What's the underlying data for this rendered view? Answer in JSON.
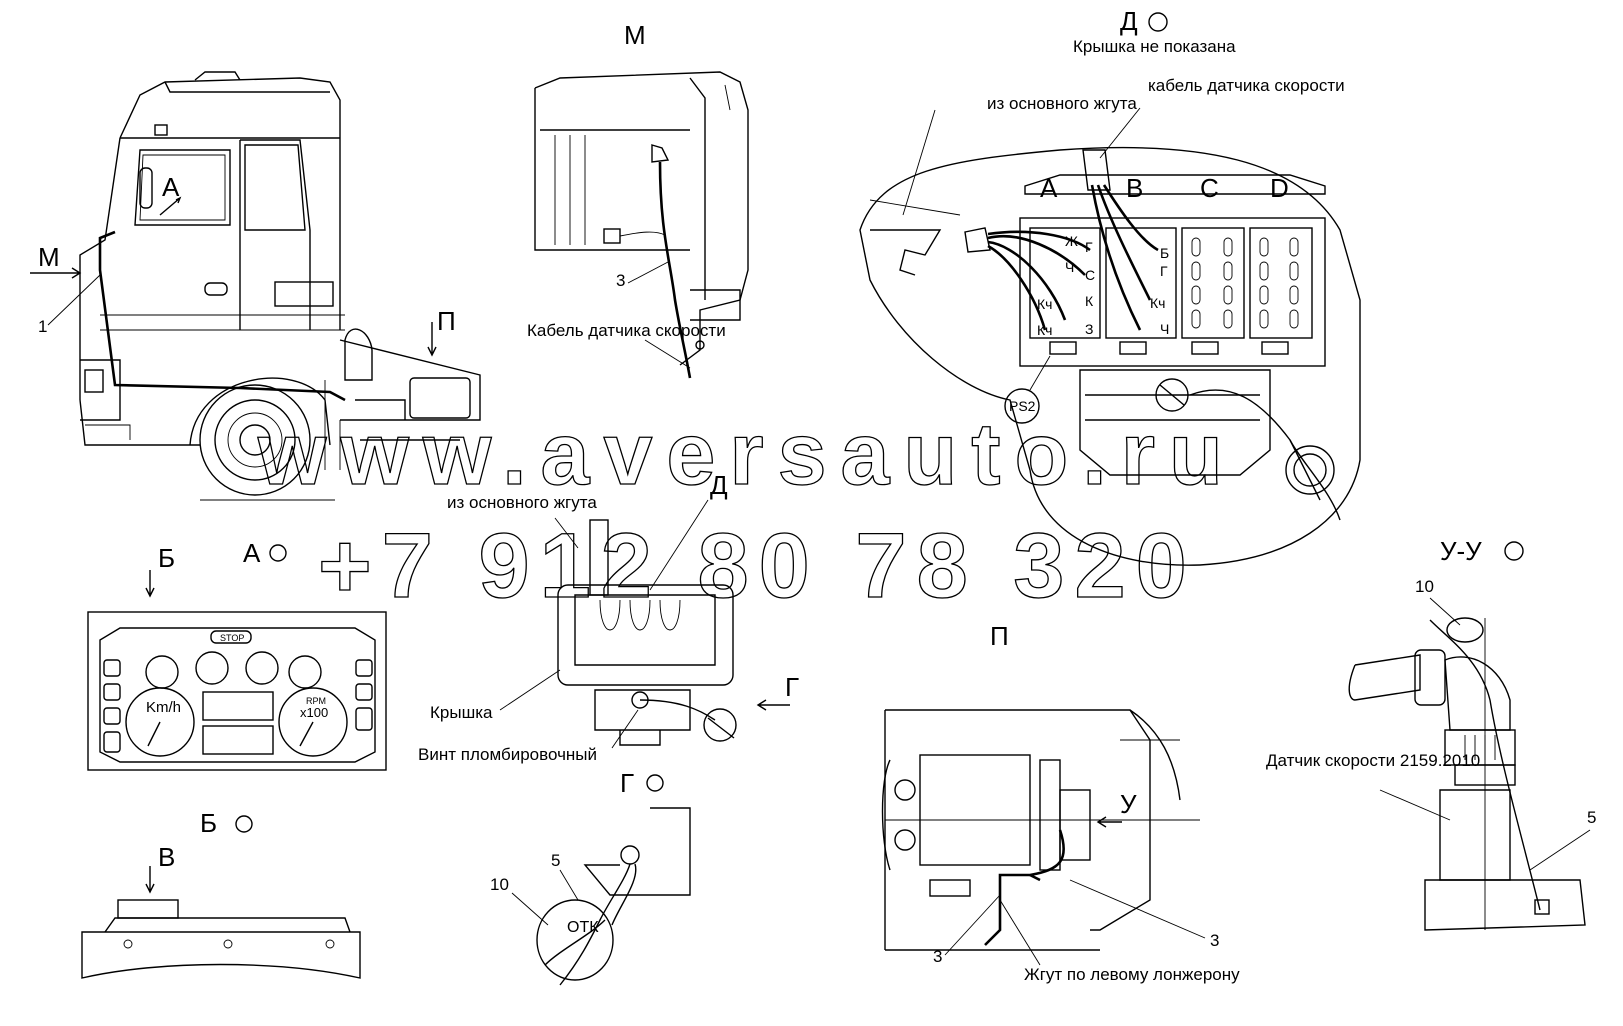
{
  "labels": {
    "view_M_title": "М",
    "arrow_M": "М",
    "view_D_title": "Д",
    "cover_not_shown": "Крышка не показана",
    "from_main_harness_top": "из основного жгута",
    "speed_cable_top": "кабель датчика скорости",
    "connector_A": "A",
    "connector_B": "B",
    "connector_C": "C",
    "connector_D": "D",
    "pin_zh": "Ж",
    "pin_g": "Г",
    "pin_ch": "Ч",
    "pin_s": "С",
    "pin_kch1": "Кч",
    "pin_k": "К",
    "pin_kch2": "Кч",
    "pin_z": "З",
    "pin_b_b": "Б",
    "pin_b_g": "Г",
    "pin_b_k": "Кч",
    "pin_b_ch": "Ч",
    "ps2": "PS2",
    "view_A_arrow": "А",
    "arrow_P": "П",
    "num_1": "1",
    "num_3_M": "3",
    "speed_cable_M": "Кабель датчика скорости",
    "view_V_arrow": "В",
    "from_main_harness_mid": "из основного жгута",
    "arrow_D": "Д",
    "view_A_title": "А",
    "arrow_B": "Б",
    "cover": "Крышка",
    "seal_screw": "Винт пломбировочный",
    "arrow_G": "Г",
    "view_G_title": "Г",
    "num_5_G": "5",
    "num_10_G": "10",
    "view_B_title": "Б",
    "arrow_V": "В",
    "view_P_title": "П",
    "arrow_U": "У",
    "num_3_P_left": "3",
    "num_3_P_right": "3",
    "harness_left_spar": "Жгут по левому лонжерону",
    "view_UU_title": "У-У",
    "num_10_UU": "10",
    "num_5_UU": "5",
    "speed_sensor": "Датчик скорости 2159.2010",
    "seal_text": "ОТК",
    "dash_stop": "STOP",
    "dash_kmh": "Km/h",
    "dash_rpm": "RPM",
    "dash_x100": "x100"
  },
  "watermark": {
    "site": "www.aversauto.ru",
    "phone": "+7 912 80 78 320"
  }
}
